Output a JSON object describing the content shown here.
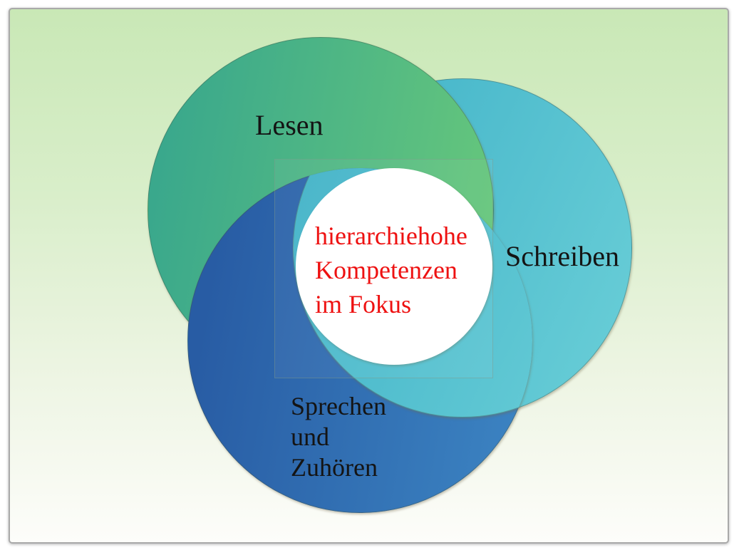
{
  "slide": {
    "background_gradient_top": "#c9e8b6",
    "background_gradient_bottom": "#fdfdfa",
    "frame_border_color": "#a9a9a9"
  },
  "venn": {
    "lesen": {
      "label": "Lesen",
      "gradient_start": "#3aa88c",
      "gradient_end": "#65c67c"
    },
    "schreiben": {
      "label": "Schreiben",
      "gradient_start": "#42b3c8",
      "gradient_end": "#66ccd6"
    },
    "sprechen": {
      "label_lines": [
        "Sprechen",
        "und",
        "Zuhören"
      ],
      "gradient_start": "#285ca4",
      "gradient_end": "#3b82c1"
    },
    "center": {
      "lines": [
        "hierarchiehohe",
        "Kompetenzen",
        "im Fokus"
      ],
      "text_color": "#ee1111",
      "fill": "#ffffff"
    }
  }
}
